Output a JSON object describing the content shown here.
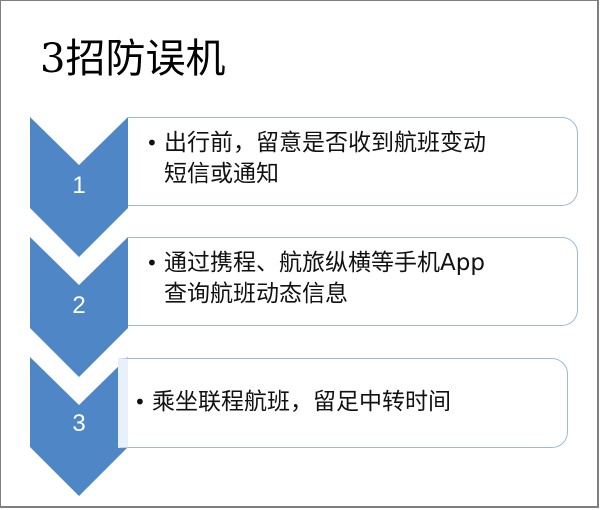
{
  "title": "3招防误机",
  "steps": [
    {
      "number": "1",
      "lines": [
        "出行前，留意是否收到航班变动",
        "短信或通知"
      ]
    },
    {
      "number": "2",
      "lines": [
        "通过携程、航旅纵横等手机App",
        "查询航班动态信息"
      ]
    },
    {
      "number": "3",
      "lines": [
        "乘坐联程航班，留足中转时间"
      ]
    }
  ],
  "colors": {
    "chevron": "#4f86c6",
    "border": "#9fb8d9"
  }
}
